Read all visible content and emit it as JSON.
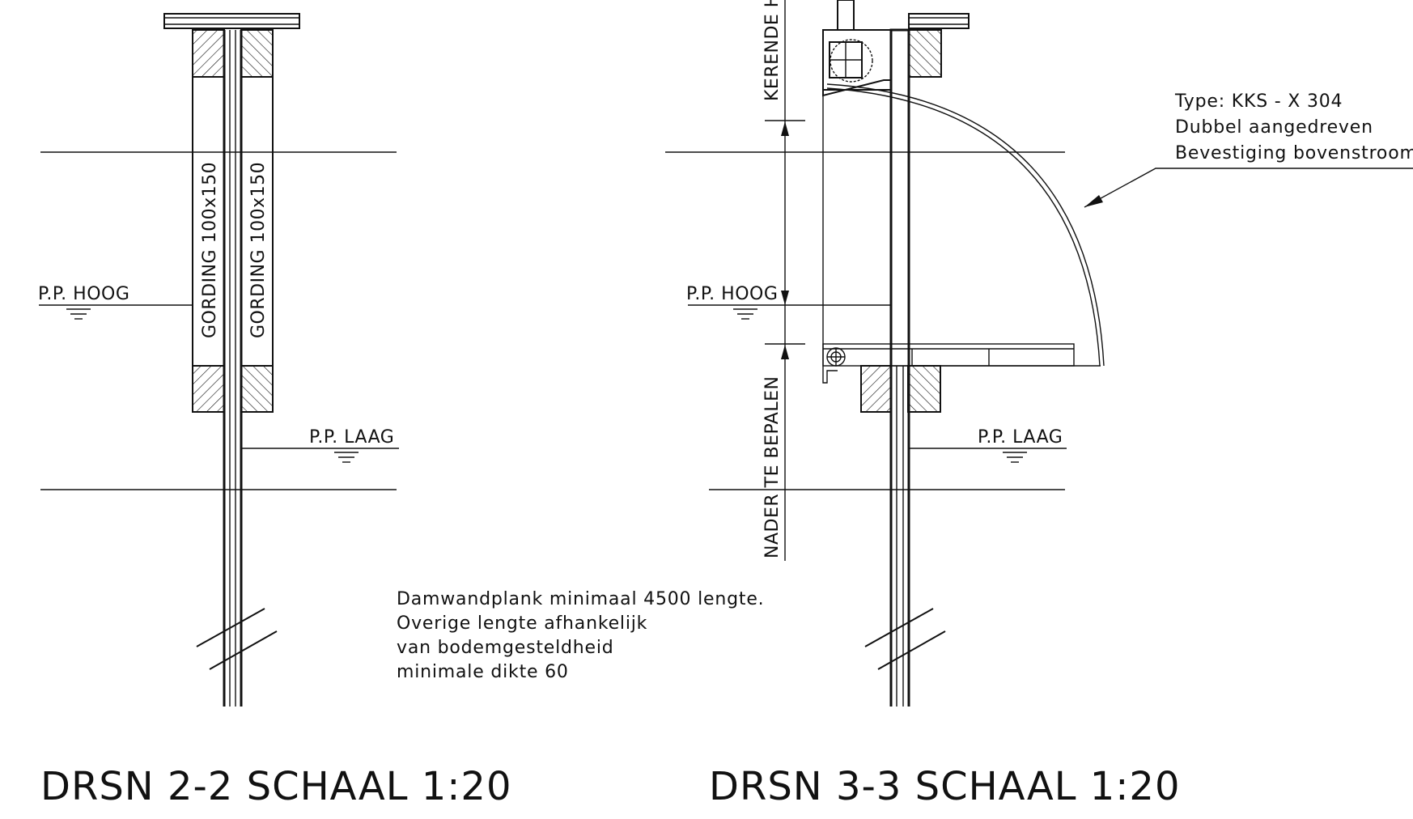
{
  "section_2_2": {
    "title": "DRSN 2-2 SCHAAL 1:20",
    "level_high": "P.P. HOOG",
    "level_low": "P.P. LAAG",
    "waling_left": "GORDING 100x150",
    "waling_right": "GORDING 100x150"
  },
  "section_3_3": {
    "title": "DRSN 3-3 SCHAAL 1:20",
    "level_high": "P.P. HOOG",
    "level_low": "P.P. LAAG",
    "dimension_upper": "KERENDE HO",
    "dimension_lower": "NADER TE BEPALEN"
  },
  "notes": {
    "sheet_pile": [
      "Damwandplank minimaal 4500 lengte.",
      "Overige lengte afhankelijk",
      "van bodemgesteldheid",
      "minimale dikte 60"
    ],
    "gate_type": [
      "Type: KKS - X 304",
      "Dubbel aangedreven",
      "Bevestiging bovenstrooms"
    ]
  }
}
